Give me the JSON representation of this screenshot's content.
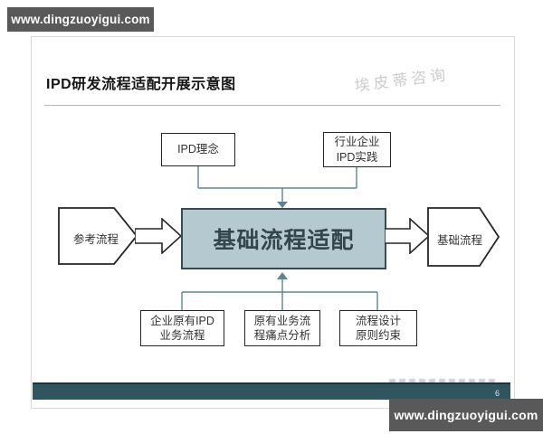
{
  "banners": {
    "top_left": "www.dingzuoyigui.com",
    "bottom_right": "www.dingzuoyigui.com"
  },
  "slide": {
    "title": "IPD研发流程适配开展示意图",
    "watermark": "埃皮蒂咨询",
    "footer": {
      "page_number": "6"
    },
    "diagram": {
      "top_boxes": [
        {
          "label": "IPD理念"
        },
        {
          "label": "行业企业\nIPD实践"
        }
      ],
      "left_pentagon": {
        "label": "参考流程"
      },
      "center_box": {
        "label": "基础流程适配"
      },
      "right_pentagon": {
        "label": "基础流程"
      },
      "bottom_boxes": [
        {
          "label": "企业原有IPD\n业务流程"
        },
        {
          "label": "原有业务流\n程痛点分析"
        },
        {
          "label": "流程设计\n原则约束"
        }
      ]
    }
  },
  "colors": {
    "banner_bg": "#595959",
    "center_box_fill": "#b5c9d1",
    "center_box_border": "#3a4a50",
    "connector_line": "#5d8590",
    "box_border": "#262626",
    "footer_bar": "#30555f",
    "watermark_gray": "#cccccc"
  }
}
